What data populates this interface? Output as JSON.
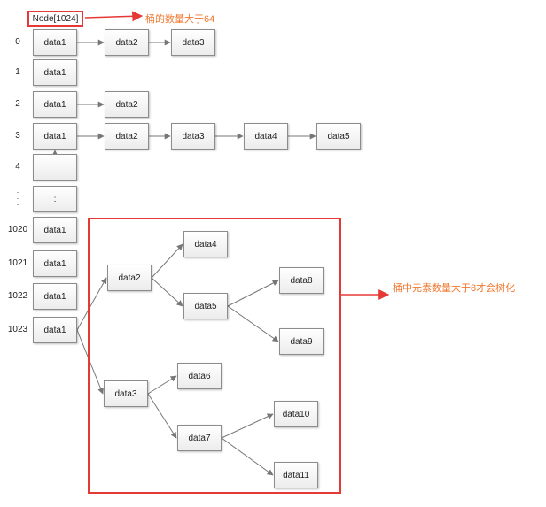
{
  "colors": {
    "highlight": "#e53935",
    "note": "#f0782f",
    "edge": "#777777"
  },
  "header": {
    "title": "Node[1024]",
    "note": "桶的数量大于64"
  },
  "tree_note": "桶中元素数量大于8才会树化",
  "rows": [
    {
      "index": "0",
      "nodes": [
        "data1",
        "data2",
        "data3"
      ]
    },
    {
      "index": "1",
      "nodes": [
        "data1"
      ]
    },
    {
      "index": "2",
      "nodes": [
        "data1",
        "data2"
      ]
    },
    {
      "index": "3",
      "nodes": [
        "data1",
        "data2",
        "data3",
        "data4",
        "data5"
      ]
    },
    {
      "index": "4",
      "nodes": [
        ""
      ]
    },
    {
      "index": "",
      "nodes": [
        ":"
      ]
    },
    {
      "index": "1020",
      "nodes": [
        "data1"
      ]
    },
    {
      "index": "1021",
      "nodes": [
        "data1"
      ]
    },
    {
      "index": "1022",
      "nodes": [
        "data1"
      ]
    },
    {
      "index": "1023",
      "nodes": [
        "data1"
      ]
    }
  ],
  "tree": {
    "nodes": [
      "data2",
      "data3",
      "data4",
      "data5",
      "data6",
      "data7",
      "data8",
      "data9",
      "data10",
      "data11"
    ]
  }
}
